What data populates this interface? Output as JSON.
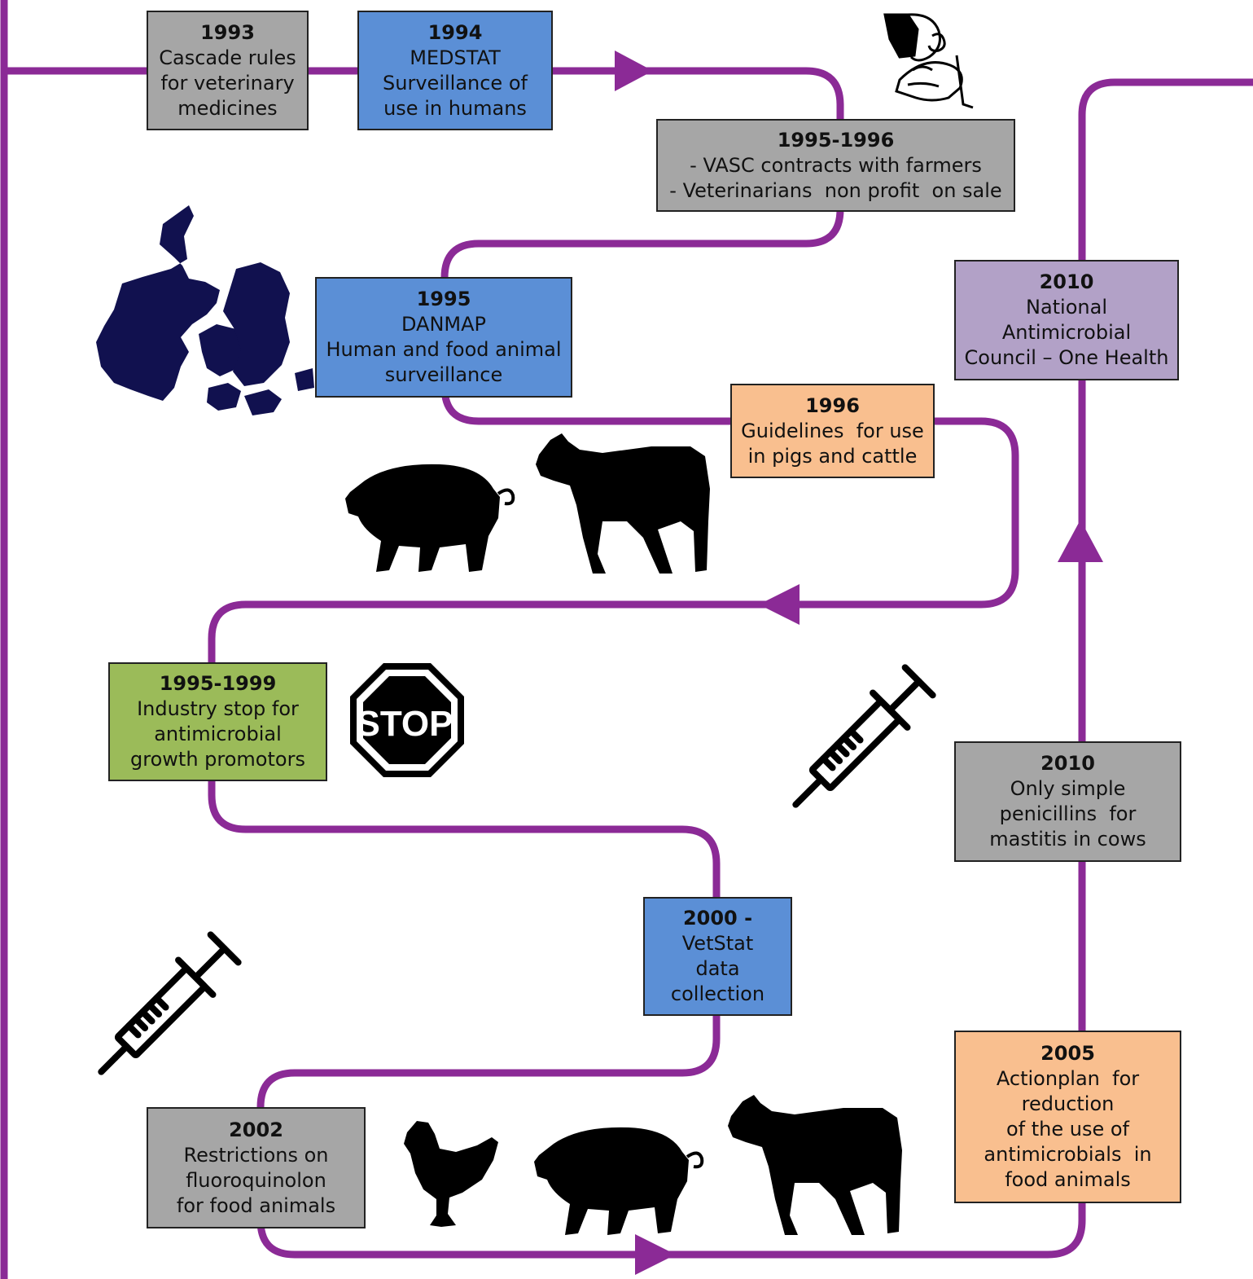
{
  "colors": {
    "path": "#8b2a96",
    "blue": "#5b8fd6",
    "gray": "#a6a6a6",
    "orange": "#f9bf8f",
    "green": "#9bbb59",
    "purple": "#b2a1c7",
    "silhouette": "#000000",
    "map": "#11114f"
  },
  "events": [
    {
      "id": "cascade",
      "year": "1993",
      "lines": [
        "Cascade rules",
        "for veterinary",
        "medicines"
      ],
      "color": "gray"
    },
    {
      "id": "medstat",
      "year": "1994",
      "lines": [
        "MEDSTAT",
        "Surveillance of",
        "use in humans"
      ],
      "color": "blue"
    },
    {
      "id": "vasc",
      "year": "1995-1996",
      "lines": [
        "- VASC contracts with farmers",
        "- Veterinarians  non profit  on sale"
      ],
      "color": "gray"
    },
    {
      "id": "danmap",
      "year": "1995",
      "lines": [
        "DANMAP",
        "Human and food animal",
        "surveillance"
      ],
      "color": "blue"
    },
    {
      "id": "guidelines",
      "year": "1996",
      "lines": [
        "Guidelines  for use",
        "in pigs and cattle"
      ],
      "color": "orange"
    },
    {
      "id": "industry-stop",
      "year": "1995-1999",
      "lines": [
        "Industry stop for",
        "antimicrobial",
        "growth promotors"
      ],
      "color": "green"
    },
    {
      "id": "vetstat",
      "year": "2000 -",
      "lines": [
        "VetStat",
        "data",
        "collection"
      ],
      "color": "blue"
    },
    {
      "id": "fluoroquinolon",
      "year": "2002",
      "lines": [
        "Restrictions on",
        "fluoroquinolon",
        "for food animals"
      ],
      "color": "gray"
    },
    {
      "id": "actionplan",
      "year": "2005",
      "lines": [
        "Actionplan  for",
        "reduction",
        "of the use of",
        "antimicrobials  in",
        "food animals"
      ],
      "color": "orange"
    },
    {
      "id": "penicillins",
      "year": "2010",
      "lines": [
        "Only simple",
        "penicillins  for",
        "mastitis in cows"
      ],
      "color": "gray"
    },
    {
      "id": "council",
      "year": "2010",
      "lines": [
        "National",
        "Antimicrobial",
        "Council – One Health"
      ],
      "color": "purple"
    }
  ],
  "illustrations": {
    "stop_sign_text": "STOP",
    "icons": [
      "pill-hands-icon",
      "denmark-map-icon",
      "pig-icon",
      "cow-icon",
      "stop-sign-icon",
      "syringe-icon",
      "chicken-icon"
    ]
  }
}
